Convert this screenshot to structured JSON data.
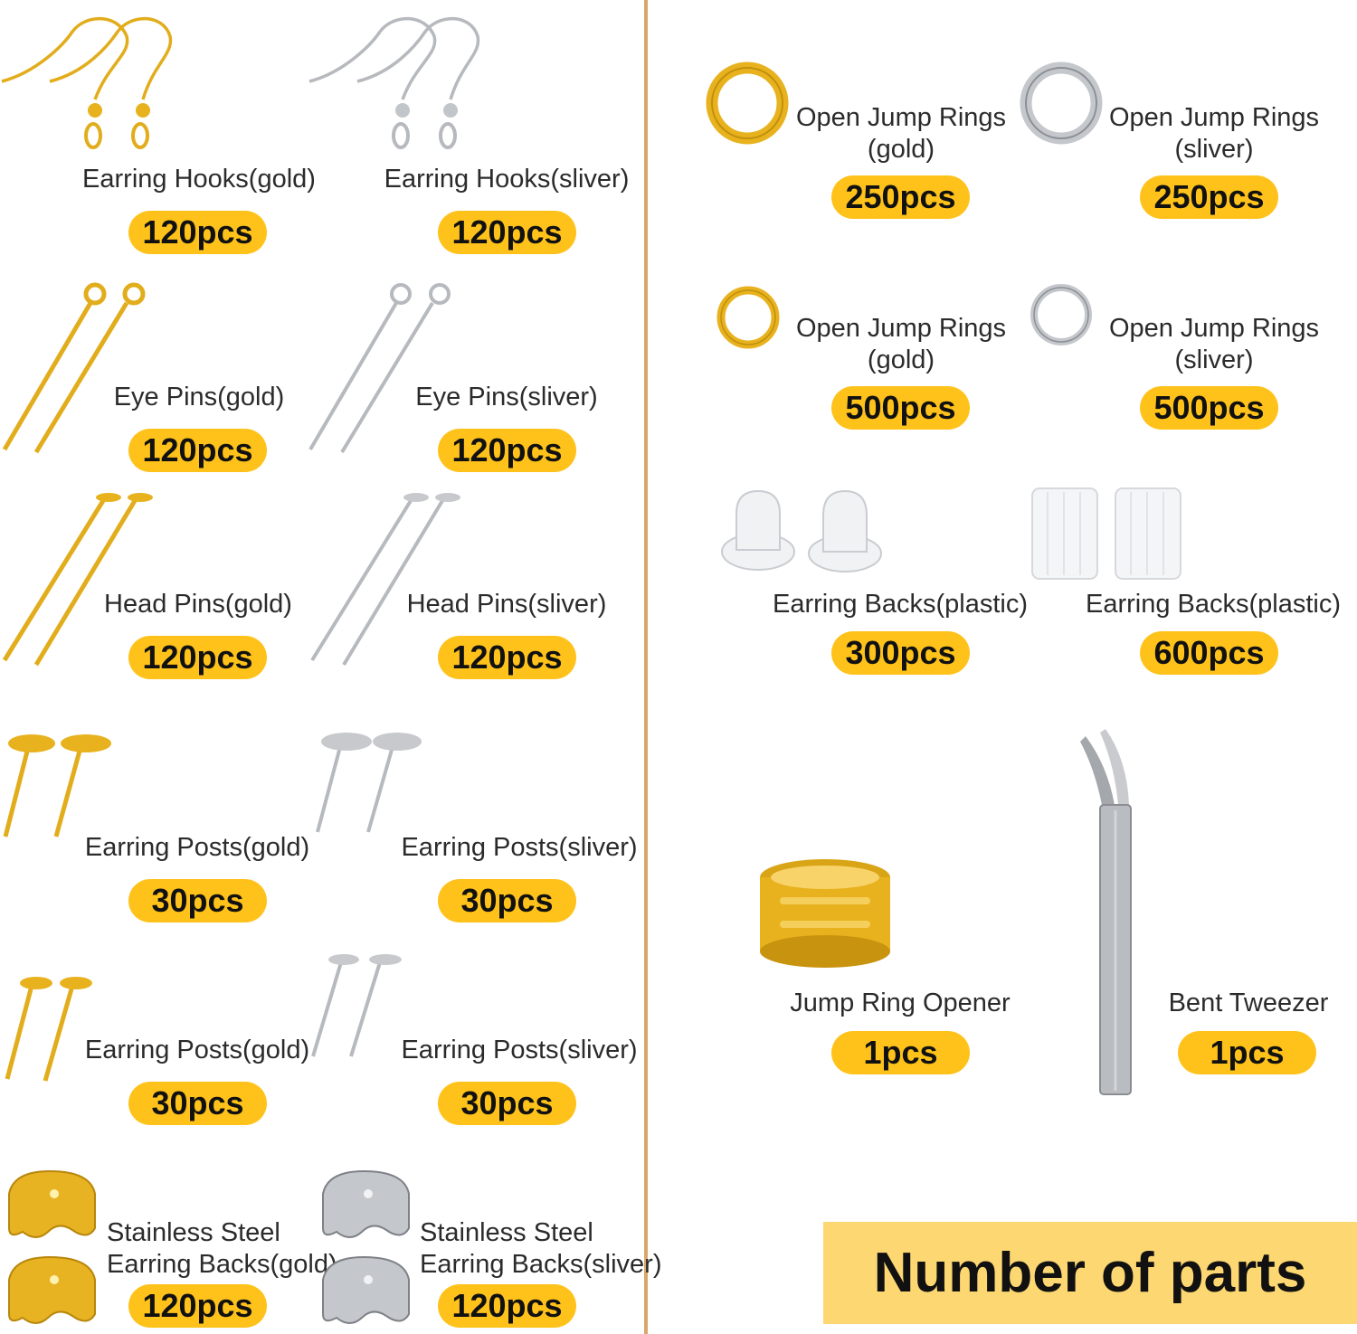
{
  "left": {
    "hooks_gold": {
      "label": "Earring Hooks(gold)",
      "count": "120pcs"
    },
    "hooks_silver": {
      "label": "Earring Hooks(sliver)",
      "count": "120pcs"
    },
    "eye_gold": {
      "label": "Eye Pins(gold)",
      "count": "120pcs"
    },
    "eye_silver": {
      "label": "Eye Pins(sliver)",
      "count": "120pcs"
    },
    "head_gold": {
      "label": "Head Pins(gold)",
      "count": "120pcs"
    },
    "head_silver": {
      "label": "Head  Pins(sliver)",
      "count": "120pcs"
    },
    "posts1_gold": {
      "label": "Earring Posts(gold)",
      "count": "30pcs"
    },
    "posts1_silver": {
      "label": "Earring Posts(sliver)",
      "count": "30pcs"
    },
    "posts2_gold": {
      "label": "Earring Posts(gold)",
      "count": "30pcs"
    },
    "posts2_silver": {
      "label": "Earring Posts(sliver)",
      "count": "30pcs"
    },
    "backs_gold": {
      "line1": "Stainless Steel",
      "line2": "Earring Backs(gold)",
      "count": "120pcs"
    },
    "backs_silver": {
      "line1": "Stainless Steel",
      "line2": "Earring Backs(sliver)",
      "count": "120pcs"
    }
  },
  "right": {
    "rings1_gold": {
      "line1": "Open Jump Rings",
      "line2": "(gold)",
      "count": "250pcs"
    },
    "rings1_silver": {
      "line1": "Open Jump Rings",
      "line2": "(sliver)",
      "count": "250pcs"
    },
    "rings2_gold": {
      "line1": "Open Jump Rings",
      "line2": "(gold)",
      "count": "500pcs"
    },
    "rings2_silver": {
      "line1": "Open Jump Rings",
      "line2": "(sliver)",
      "count": "500pcs"
    },
    "plastic_a": {
      "label": "Earring Backs(plastic)",
      "count": "300pcs"
    },
    "plastic_b": {
      "label": "Earring Backs(plastic)",
      "count": "600pcs"
    },
    "opener": {
      "label": "Jump Ring Opener",
      "count": "1pcs"
    },
    "tweezer": {
      "label": "Bent Tweezer",
      "count": "1pcs"
    }
  },
  "banner": {
    "title": "Number of parts"
  },
  "colors": {
    "gold": "#e8b21e",
    "silver": "#b9bcc0",
    "pill": "#ffc21a",
    "divider": "#d9a76a",
    "banner": "#fdd772"
  }
}
